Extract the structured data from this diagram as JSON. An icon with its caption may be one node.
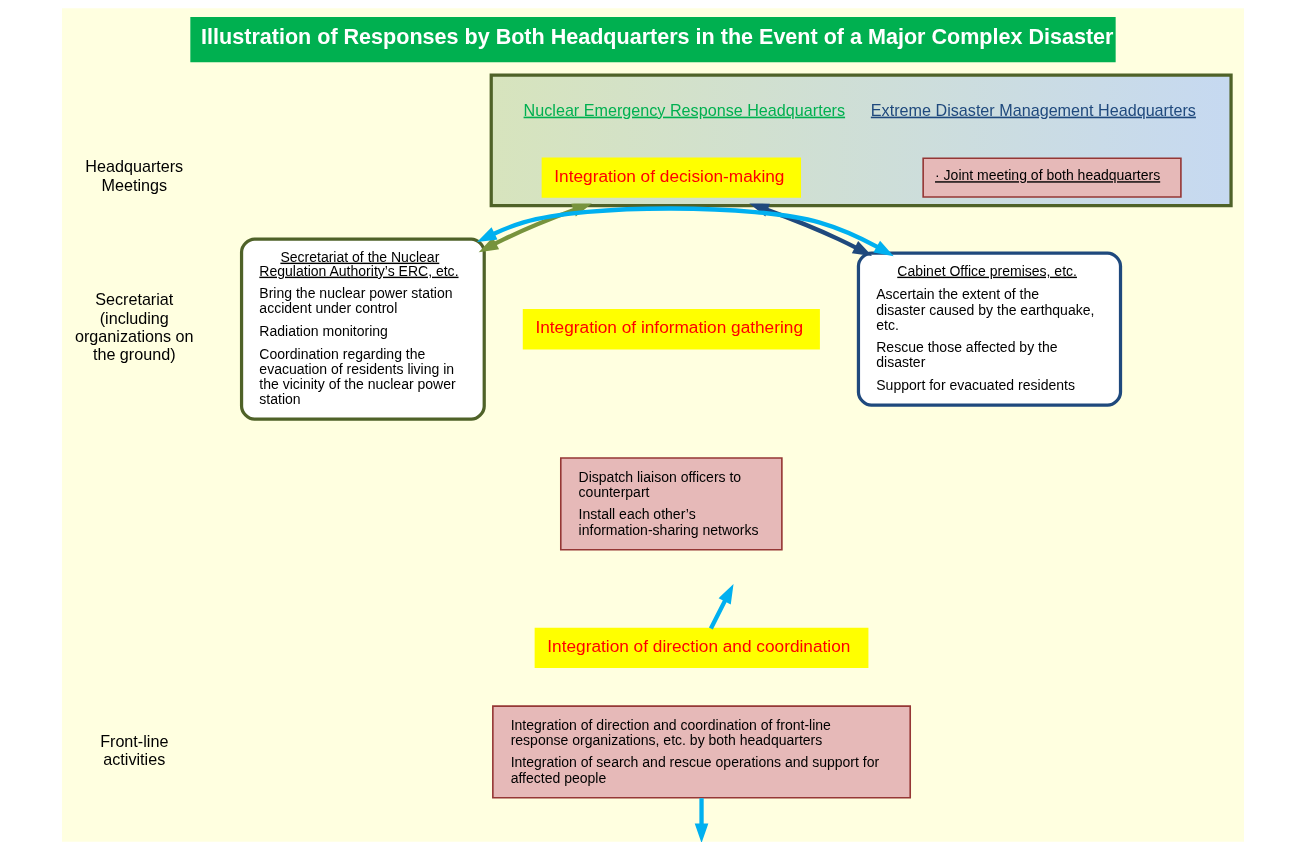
{
  "diagram": {
    "title": "Illustration of Responses by Both Headquarters in the Event of a Major Complex Disaster",
    "nodes": [
      {
        "text": [
          "Nuclear Emergency Response Headquarters",
          "Extreme Disaster Management Headquarters"
        ]
      },
      {
        "text": [
          "· Joint meeting of both headquarters"
        ],
        "in": 0
      },
      {
        "text": [
          "Integration of decision-making"
        ],
        "in": 0
      },
      {
        "text": [
          "Secretariat of the Nuclear Regulation Authority’s ERC, etc.",
          "Bring the nuclear power station accident under control",
          "Radiation monitoring",
          "Coordination regarding the evacuation of residents living in the vicinity of the nuclear power station"
        ]
      },
      {
        "text": [
          "Integration of information gathering"
        ]
      },
      {
        "text": [
          "Cabinet Office premises, etc.",
          "Ascertain the extent of the disaster caused by the earthquake, etc.",
          "Rescue those affected by the disaster",
          "Support for evacuated residents"
        ]
      },
      {
        "text": [
          "Dispatch liaison officers to counterpart",
          "Install each other’s information-sharing networks"
        ]
      },
      {
        "text": [
          "Integration of direction and coordination"
        ]
      },
      {
        "text": [
          "Integration of direction and coordination of front-line response organizations, etc. by both headquarters",
          "Integration of search and rescue operations and support for affected people"
        ]
      }
    ],
    "edges": [
      {
        "from": 0,
        "to": 3,
        "arrow": "both",
        "color": "#77933c"
      },
      {
        "from": 0,
        "to": 5,
        "arrow": "both",
        "color": "#1f497d"
      },
      {
        "from": 3,
        "to": 5,
        "arrow": "both"
      },
      {
        "from": 7,
        "to": null,
        "arrow": "to"
      },
      {
        "from": 8,
        "to": null,
        "arrow": "to"
      }
    ],
    "labels": [
      "Headquarters Meetings",
      "Secretariat (including organizations on the ground)",
      "Front-line activities"
    ]
  }
}
